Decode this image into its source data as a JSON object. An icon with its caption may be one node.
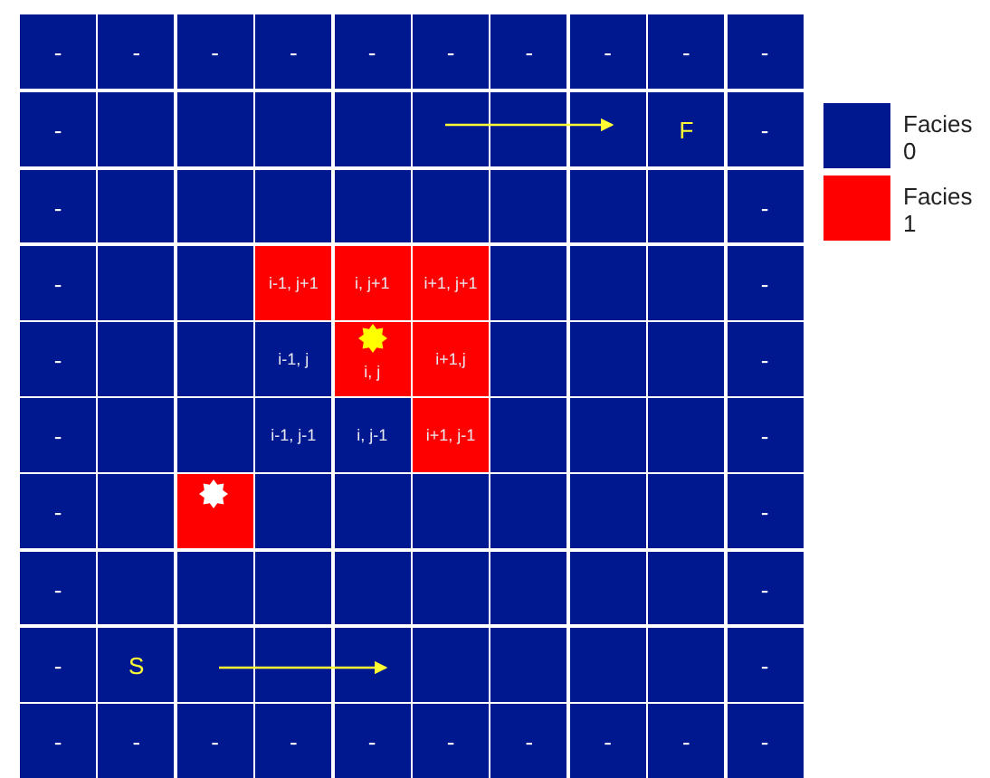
{
  "diagram": {
    "labels": [
      "-",
      "-",
      "-",
      "-",
      "-",
      "-",
      "-",
      "-",
      "-",
      "-",
      "-",
      "F",
      "-",
      "-",
      "-",
      "-",
      "i-1, j+1",
      "i, j+1",
      "i+1, j+1",
      "-",
      "-",
      "i-1, j",
      "i, j",
      "i+1,j",
      "-",
      "-",
      "i-1, j-1",
      "i, j-1",
      "i+1, j-1",
      "-",
      "-",
      "-",
      "-",
      "-",
      "-",
      "S",
      "-",
      "-",
      "-",
      "-",
      "-",
      "-",
      "-",
      "-",
      "-",
      "-",
      "-"
    ],
    "legend": [
      {
        "text": "Facies 0",
        "color": "#00188f"
      },
      {
        "text": "Facies 1",
        "color": "#ff0000"
      }
    ]
  }
}
